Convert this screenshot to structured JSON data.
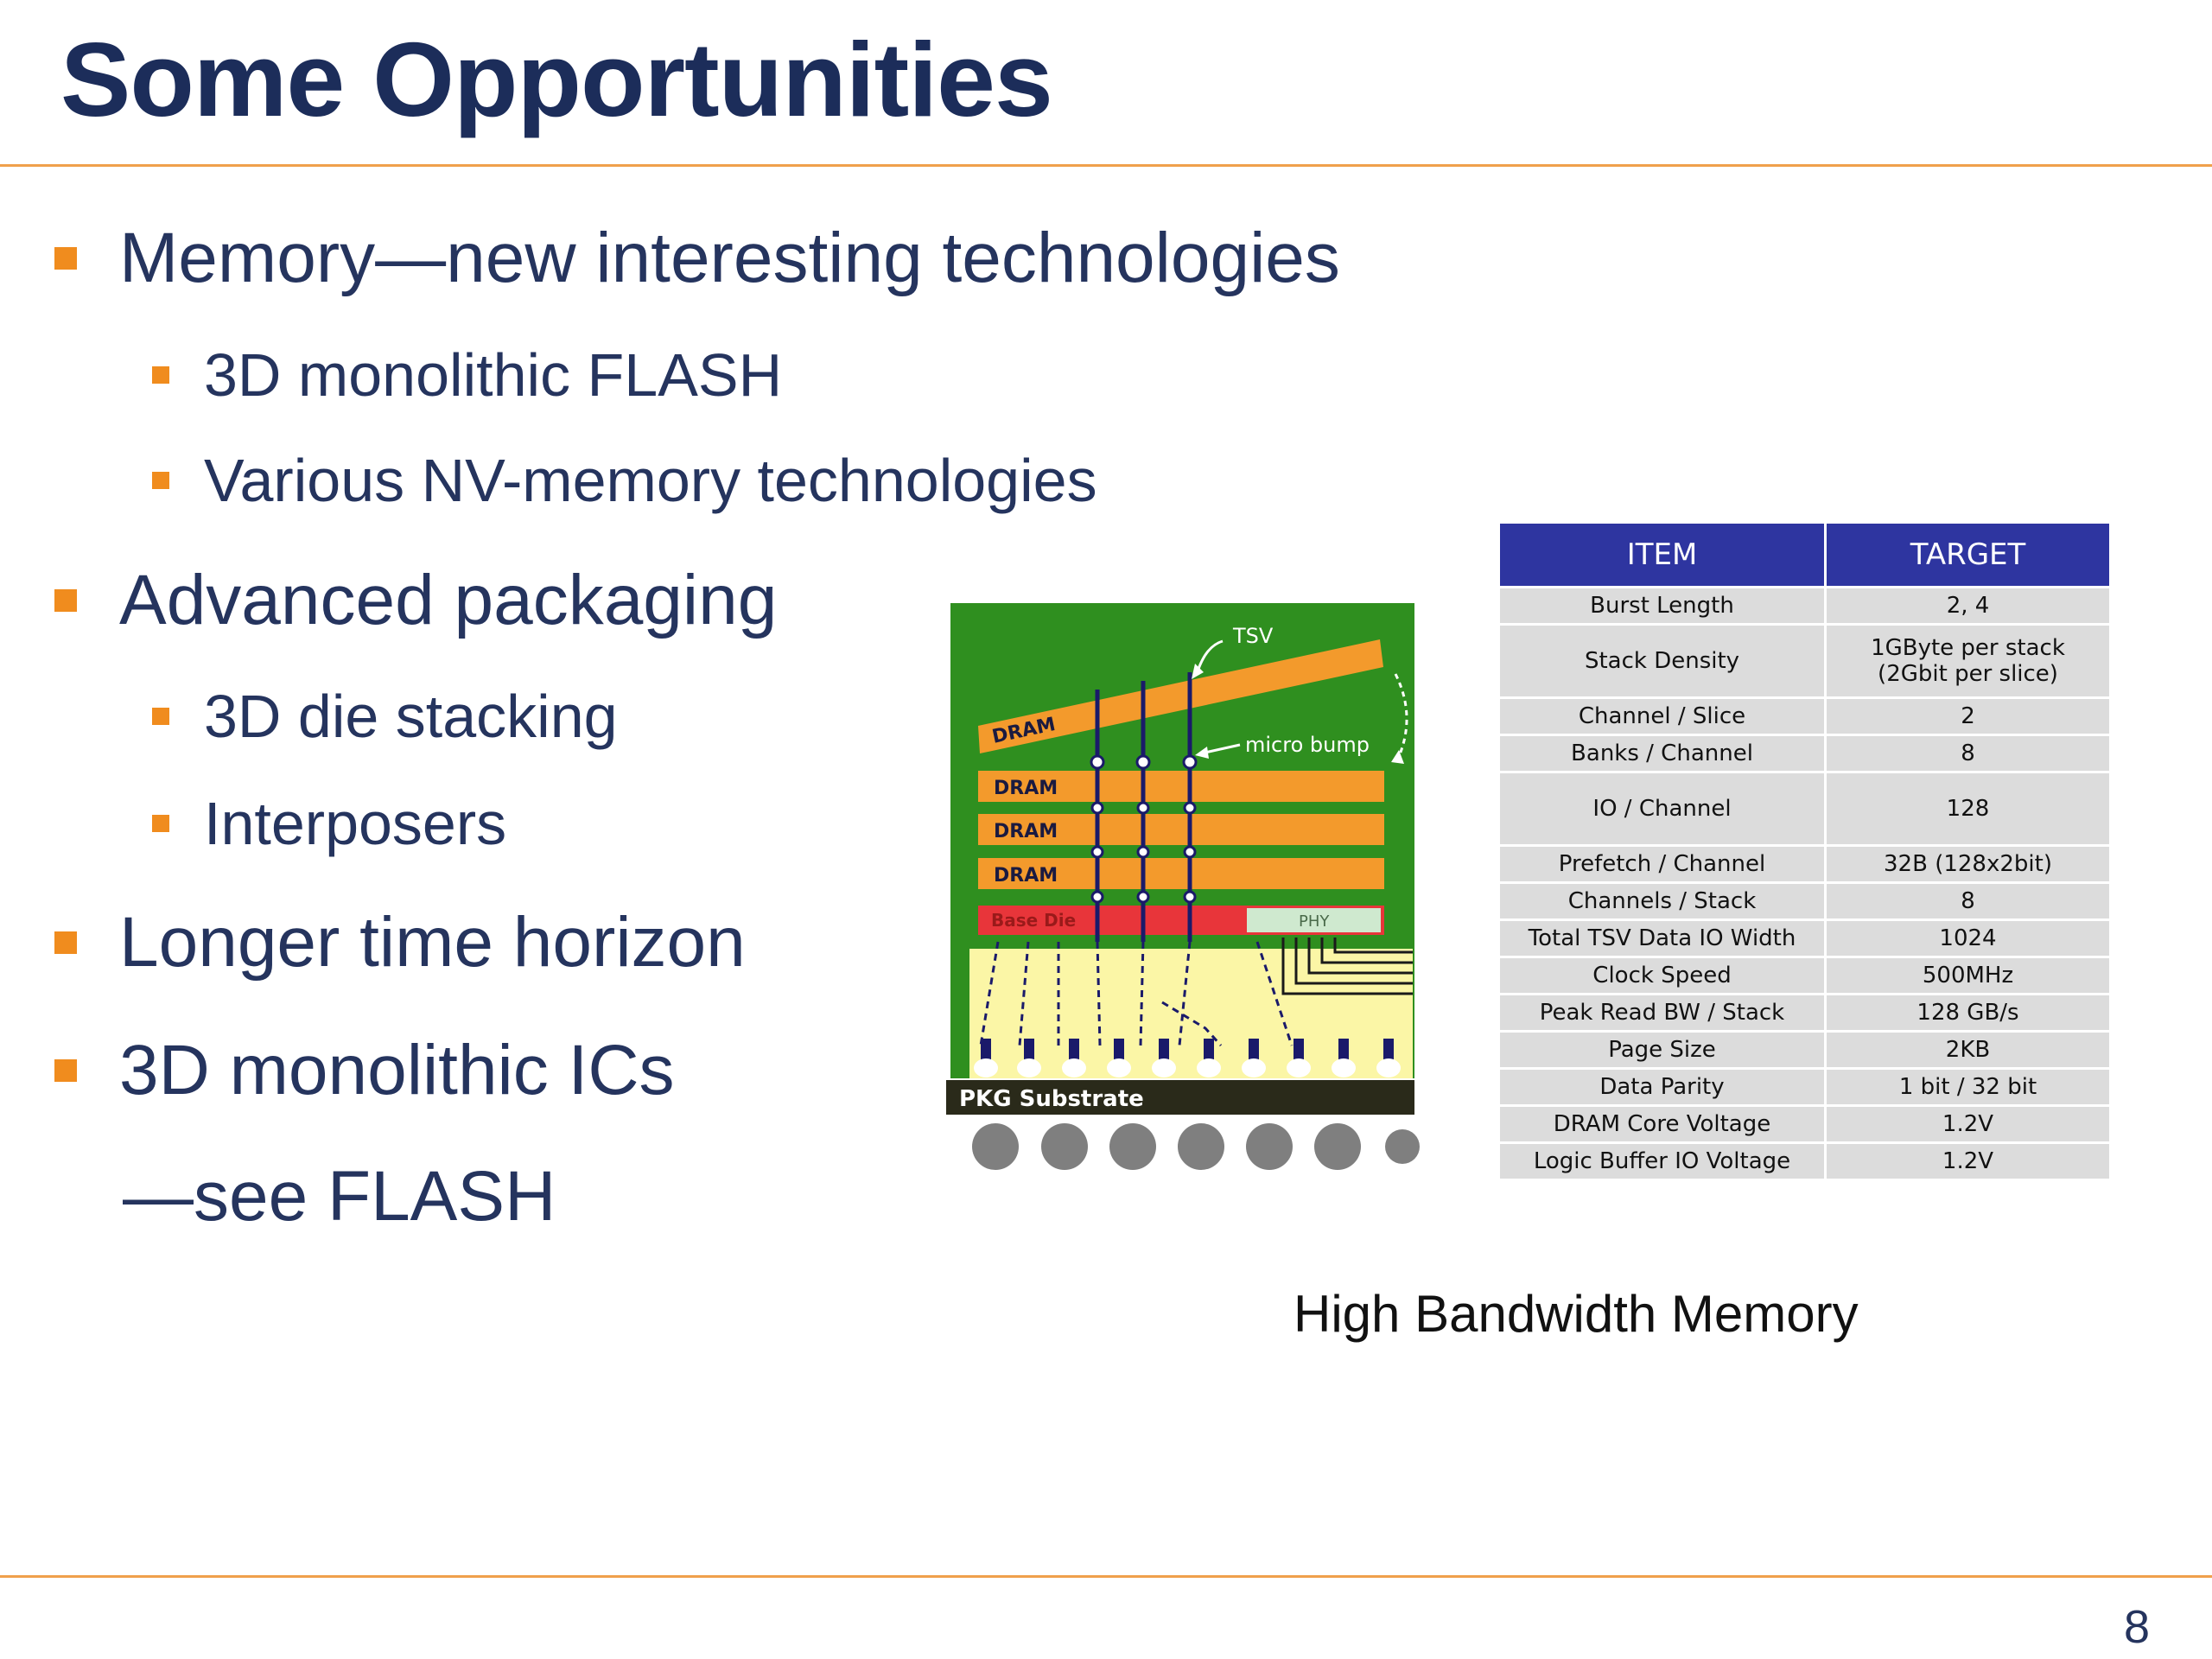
{
  "slide": {
    "title": "Some Opportunities",
    "page_number": "8"
  },
  "bullets": {
    "memory": "Memory—new interesting technologies",
    "flash": "3D monolithic FLASH",
    "nv": "Various NV-memory technologies",
    "packaging": "Advanced packaging",
    "die_stacking": "3D die stacking",
    "interposers": "Interposers",
    "horizon": "Longer time horizon",
    "mono_ics": "3D monolithic ICs",
    "see_flash": "—see FLASH"
  },
  "diagram": {
    "tsv_label": "TSV",
    "micro_bump_label": "micro bump",
    "dram_label": "DRAM",
    "base_die_label": "Base Die",
    "phy_label": "PHY",
    "substrate_label": "PKG Substrate"
  },
  "table": {
    "headers": [
      "ITEM",
      "TARGET"
    ],
    "rows": [
      {
        "item": "Burst Length",
        "target": "2, 4"
      },
      {
        "item": "Stack Density",
        "target": "1GByte per stack",
        "target2": "(2Gbit per slice)"
      },
      {
        "item": "Channel / Slice",
        "target": "2"
      },
      {
        "item": "Banks / Channel",
        "target": "8"
      },
      {
        "item": "IO / Channel",
        "target": "128"
      },
      {
        "item": "Prefetch / Channel",
        "target": "32B (128x2bit)"
      },
      {
        "item": "Channels / Stack",
        "target": "8"
      },
      {
        "item": "Total TSV Data IO Width",
        "target": "1024"
      },
      {
        "item": "Clock Speed",
        "target": "500MHz"
      },
      {
        "item": "Peak Read BW / Stack",
        "target": "128 GB/s"
      },
      {
        "item": "Page Size",
        "target": "2KB"
      },
      {
        "item": "Data Parity",
        "target": "1 bit / 32 bit"
      },
      {
        "item": "DRAM Core Voltage",
        "target": "1.2V"
      },
      {
        "item": "Logic Buffer IO Voltage",
        "target": "1.2V"
      }
    ]
  },
  "caption": "High Bandwidth Memory",
  "colors": {
    "title": "#1c2d5a",
    "bullet_text": "#25345e",
    "bullet_marker": "#f08c1e",
    "rule": "#f0a04b",
    "table_header": "#2e35a0",
    "table_cell": "#dcdcdc",
    "diagram_green": "#2f8f1f",
    "diagram_orange": "#f39a2c",
    "diagram_red": "#e8353a",
    "diagram_yellow": "#fbf6a6"
  }
}
